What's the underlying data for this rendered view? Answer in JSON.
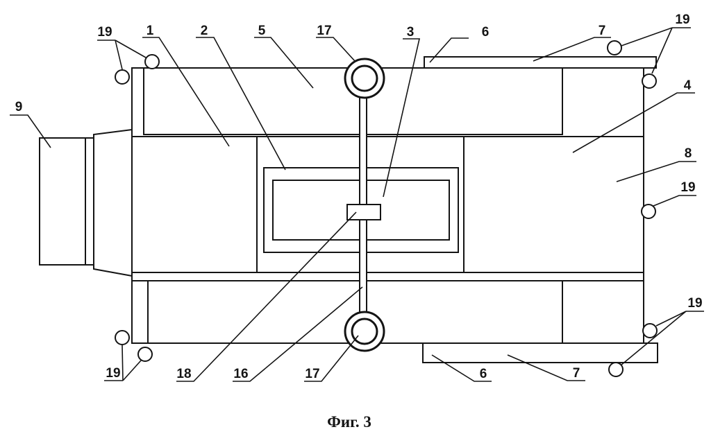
{
  "figure": {
    "caption": "Фиг. 3",
    "labels": {
      "l1": "1",
      "l2": "2",
      "l3": "3",
      "l4": "4",
      "l5": "5",
      "l6_top": "6",
      "l6_bottom": "6",
      "l7_top": "7",
      "l7_bottom": "7",
      "l8": "8",
      "l9": "9",
      "l16": "16",
      "l17_top": "17",
      "l17_bottom": "17",
      "l18": "18",
      "l19_top_left": "19",
      "l19_top_right": "19",
      "l19_mid_right": "19",
      "l19_bottom_left": "19",
      "l19_bottom_right": "19"
    }
  }
}
